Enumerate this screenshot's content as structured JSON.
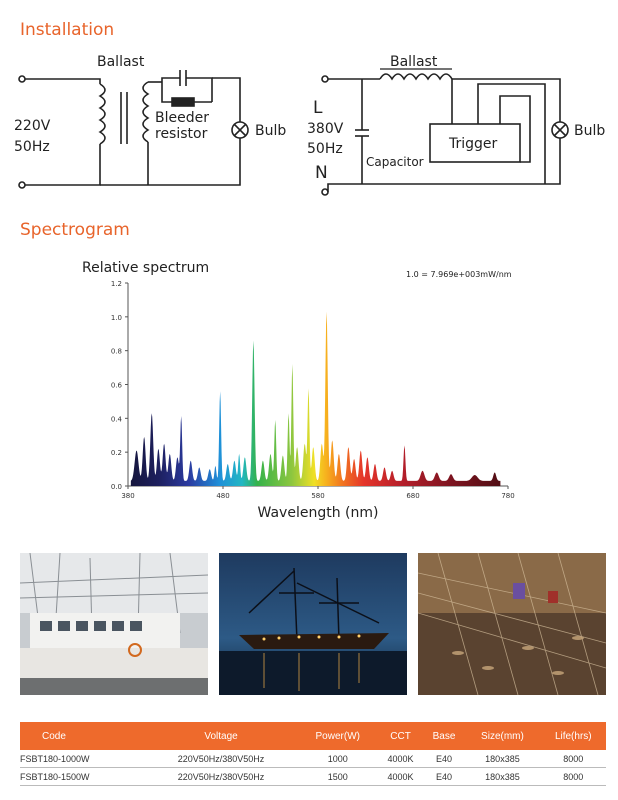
{
  "sections": {
    "installation": "Installation",
    "spectrogram": "Spectrogram"
  },
  "diagram_left": {
    "ballast": "Ballast",
    "voltage": "220V",
    "frequency": "50Hz",
    "bleeder_line1": "Bleeder",
    "bleeder_line2": "resistor",
    "bulb": "Bulb"
  },
  "diagram_right": {
    "ballast": "Ballast",
    "line": "L",
    "neutral": "N",
    "voltage": "380V",
    "frequency": "50Hz",
    "capacitor": "Capacitor",
    "trigger": "Trigger",
    "bulb": "Bulb"
  },
  "chart_data": {
    "type": "area",
    "title": "Relative spectrum",
    "annotation": "1.0 = 7.969e+003mW/nm",
    "xlabel": "Wavelength (nm)",
    "ylabel": "",
    "xlim": [
      380,
      780
    ],
    "ylim": [
      0,
      1.2
    ],
    "x_ticks": [
      380,
      480,
      580,
      680,
      780
    ],
    "x_tick_labels": [
      "380",
      "480",
      "580",
      "680",
      "780"
    ],
    "y_ticks": [
      0,
      0.2,
      0.4,
      0.6,
      0.8,
      1.0,
      1.2
    ],
    "y_tick_labels": [
      "0.0",
      "0.2",
      "0.4",
      "0.6",
      "0.8",
      "1.0",
      "1.2"
    ],
    "baseline": 0.03,
    "peaks": [
      {
        "x": 389,
        "y": 0.18,
        "w": 4
      },
      {
        "x": 397,
        "y": 0.26,
        "w": 3
      },
      {
        "x": 405,
        "y": 0.4,
        "w": 3
      },
      {
        "x": 412,
        "y": 0.19,
        "w": 3
      },
      {
        "x": 418,
        "y": 0.22,
        "w": 3
      },
      {
        "x": 424,
        "y": 0.16,
        "w": 3
      },
      {
        "x": 432,
        "y": 0.14,
        "w": 3
      },
      {
        "x": 436,
        "y": 0.38,
        "w": 2
      },
      {
        "x": 446,
        "y": 0.12,
        "w": 3
      },
      {
        "x": 455,
        "y": 0.08,
        "w": 3
      },
      {
        "x": 466,
        "y": 0.07,
        "w": 3
      },
      {
        "x": 472,
        "y": 0.09,
        "w": 2
      },
      {
        "x": 477,
        "y": 0.53,
        "w": 2
      },
      {
        "x": 485,
        "y": 0.1,
        "w": 3
      },
      {
        "x": 492,
        "y": 0.12,
        "w": 3
      },
      {
        "x": 497,
        "y": 0.16,
        "w": 2
      },
      {
        "x": 503,
        "y": 0.14,
        "w": 3
      },
      {
        "x": 512,
        "y": 0.83,
        "w": 2.5
      },
      {
        "x": 522,
        "y": 0.12,
        "w": 3
      },
      {
        "x": 530,
        "y": 0.16,
        "w": 3
      },
      {
        "x": 535,
        "y": 0.36,
        "w": 2
      },
      {
        "x": 543,
        "y": 0.15,
        "w": 3
      },
      {
        "x": 549,
        "y": 0.4,
        "w": 2
      },
      {
        "x": 553,
        "y": 0.69,
        "w": 2
      },
      {
        "x": 558,
        "y": 0.2,
        "w": 3
      },
      {
        "x": 566,
        "y": 0.22,
        "w": 3
      },
      {
        "x": 570,
        "y": 0.54,
        "w": 2
      },
      {
        "x": 575,
        "y": 0.2,
        "w": 3
      },
      {
        "x": 584,
        "y": 0.22,
        "w": 3
      },
      {
        "x": 589,
        "y": 1.0,
        "w": 2.5
      },
      {
        "x": 595,
        "y": 0.24,
        "w": 3
      },
      {
        "x": 602,
        "y": 0.16,
        "w": 3
      },
      {
        "x": 612,
        "y": 0.2,
        "w": 3
      },
      {
        "x": 618,
        "y": 0.13,
        "w": 3
      },
      {
        "x": 625,
        "y": 0.18,
        "w": 3
      },
      {
        "x": 632,
        "y": 0.14,
        "w": 3
      },
      {
        "x": 640,
        "y": 0.1,
        "w": 3
      },
      {
        "x": 650,
        "y": 0.08,
        "w": 3
      },
      {
        "x": 658,
        "y": 0.06,
        "w": 3
      },
      {
        "x": 671,
        "y": 0.21,
        "w": 2
      },
      {
        "x": 690,
        "y": 0.06,
        "w": 4
      },
      {
        "x": 705,
        "y": 0.05,
        "w": 4
      },
      {
        "x": 720,
        "y": 0.04,
        "w": 4
      },
      {
        "x": 745,
        "y": 0.035,
        "w": 6
      },
      {
        "x": 766,
        "y": 0.05,
        "w": 3
      }
    ]
  },
  "table": {
    "headers": [
      "Code",
      "Voltage",
      "Power(W)",
      "CCT",
      "Base",
      "Size(mm)",
      "Life(hrs)"
    ],
    "rows": [
      [
        "FSBT180-1000W",
        "220V50Hz/380V50Hz",
        "1000",
        "4000K",
        "E40",
        "180x385",
        "8000"
      ],
      [
        "FSBT180-1500W",
        "220V50Hz/380V50Hz",
        "1500",
        "4000K",
        "E40",
        "180x385",
        "8000"
      ]
    ]
  },
  "colors": {
    "accent": "#ee6a2c",
    "section_title": "#e8642b"
  }
}
